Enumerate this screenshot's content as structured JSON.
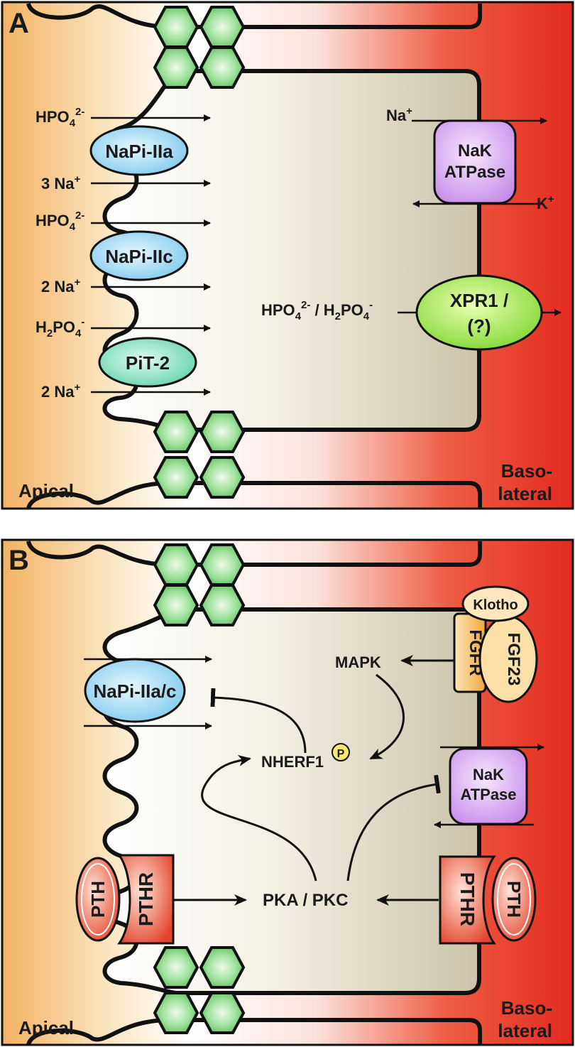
{
  "panel_a": {
    "letter": "A",
    "apical": "Apical",
    "baso_1": "Baso-",
    "baso_2": "lateral",
    "hpo4_1": {
      "base": "HPO",
      "sub": "4",
      "sup": "2-"
    },
    "napi_iia": "NaPi-IIa",
    "na3": {
      "base": "3 Na",
      "sup": "+"
    },
    "hpo4_2": {
      "base": "HPO",
      "sub": "4",
      "sup": "2-"
    },
    "napi_iic": "NaPi-IIc",
    "na2a": {
      "base": "2 Na",
      "sup": "+"
    },
    "h2po4": {
      "pre": "H",
      "sub1": "2",
      "mid": "PO",
      "sub2": "4",
      "sup": "-"
    },
    "pit2": "PiT-2",
    "na2b": {
      "base": "2 Na",
      "sup": "+"
    },
    "na_out": {
      "base": "Na",
      "sup": "+"
    },
    "nak_1": "NaK",
    "nak_2": "ATPase",
    "k_in": {
      "base": "K",
      "sup": "+"
    },
    "xpr_label": {
      "b1": "HPO",
      "s1": "4",
      "p1": "2-",
      "sep": " / H",
      "s2": "2",
      "b2": "PO",
      "s3": "4",
      "p2": "-"
    },
    "xpr1_1": "XPR1 /",
    "xpr1_2": "(?)"
  },
  "panel_b": {
    "letter": "B",
    "apical": "Apical",
    "baso_1": "Baso-",
    "baso_2": "lateral",
    "klotho": "Klotho",
    "fgfr": "FGFR",
    "fgf23": "FGF23",
    "mapk": "MAPK",
    "napi_iiac": "NaPi-IIa/c",
    "nherf1": "NHERF1",
    "p_badge": "P",
    "nak_1": "NaK",
    "nak_2": "ATPase",
    "pth_left": "PTH",
    "pthr_left": "PTHR",
    "pka_pkc": "PKA / PKC",
    "pthr_right": "PTHR",
    "pth_right": "PTH"
  }
}
